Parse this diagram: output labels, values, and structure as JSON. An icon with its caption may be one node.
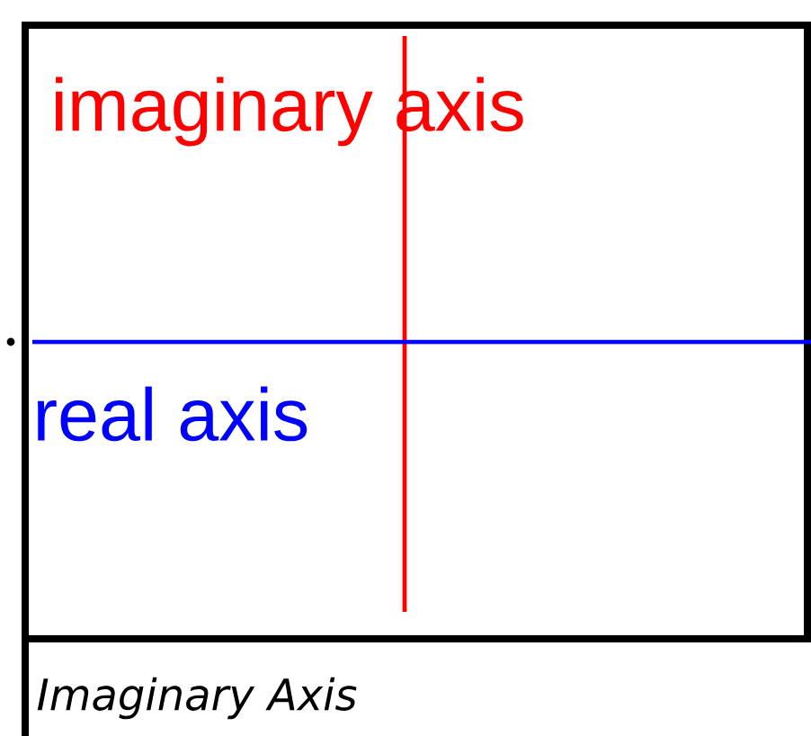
{
  "diagram": {
    "caption": "Imaginary Axis",
    "labels": [
      "imaginary axis",
      "real axis"
    ]
  }
}
